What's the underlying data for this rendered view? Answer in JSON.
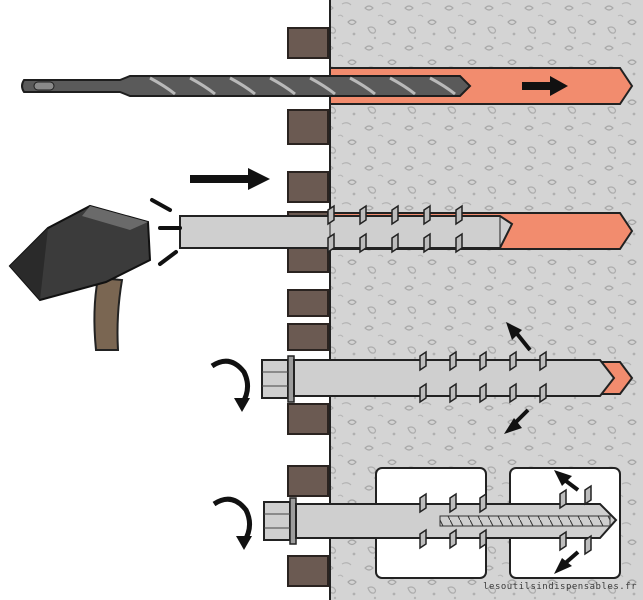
{
  "diagram": {
    "steps": [
      {
        "id": "drill",
        "tool": "drill-bit",
        "arrow": "right"
      },
      {
        "id": "hammer",
        "tool": "hammer",
        "arrow": "right"
      },
      {
        "id": "screw-hex",
        "tool": "hex-head",
        "rotation": "clockwise",
        "expansion": "diagonal"
      },
      {
        "id": "screw-detail",
        "tool": "hex-head",
        "rotation": "clockwise",
        "expansion": "detail-panels"
      }
    ],
    "colors": {
      "wall_bg": "#d2d2d2",
      "brick": "#6b5a52",
      "plug_body": "#cfcfcf",
      "hole_fill": "#f28c6e",
      "steel_dark": "#4a4a4a",
      "arrow": "#111111",
      "handle": "#7a6652"
    }
  },
  "watermark": {
    "text": "lesoutilsindispensables.fr"
  }
}
